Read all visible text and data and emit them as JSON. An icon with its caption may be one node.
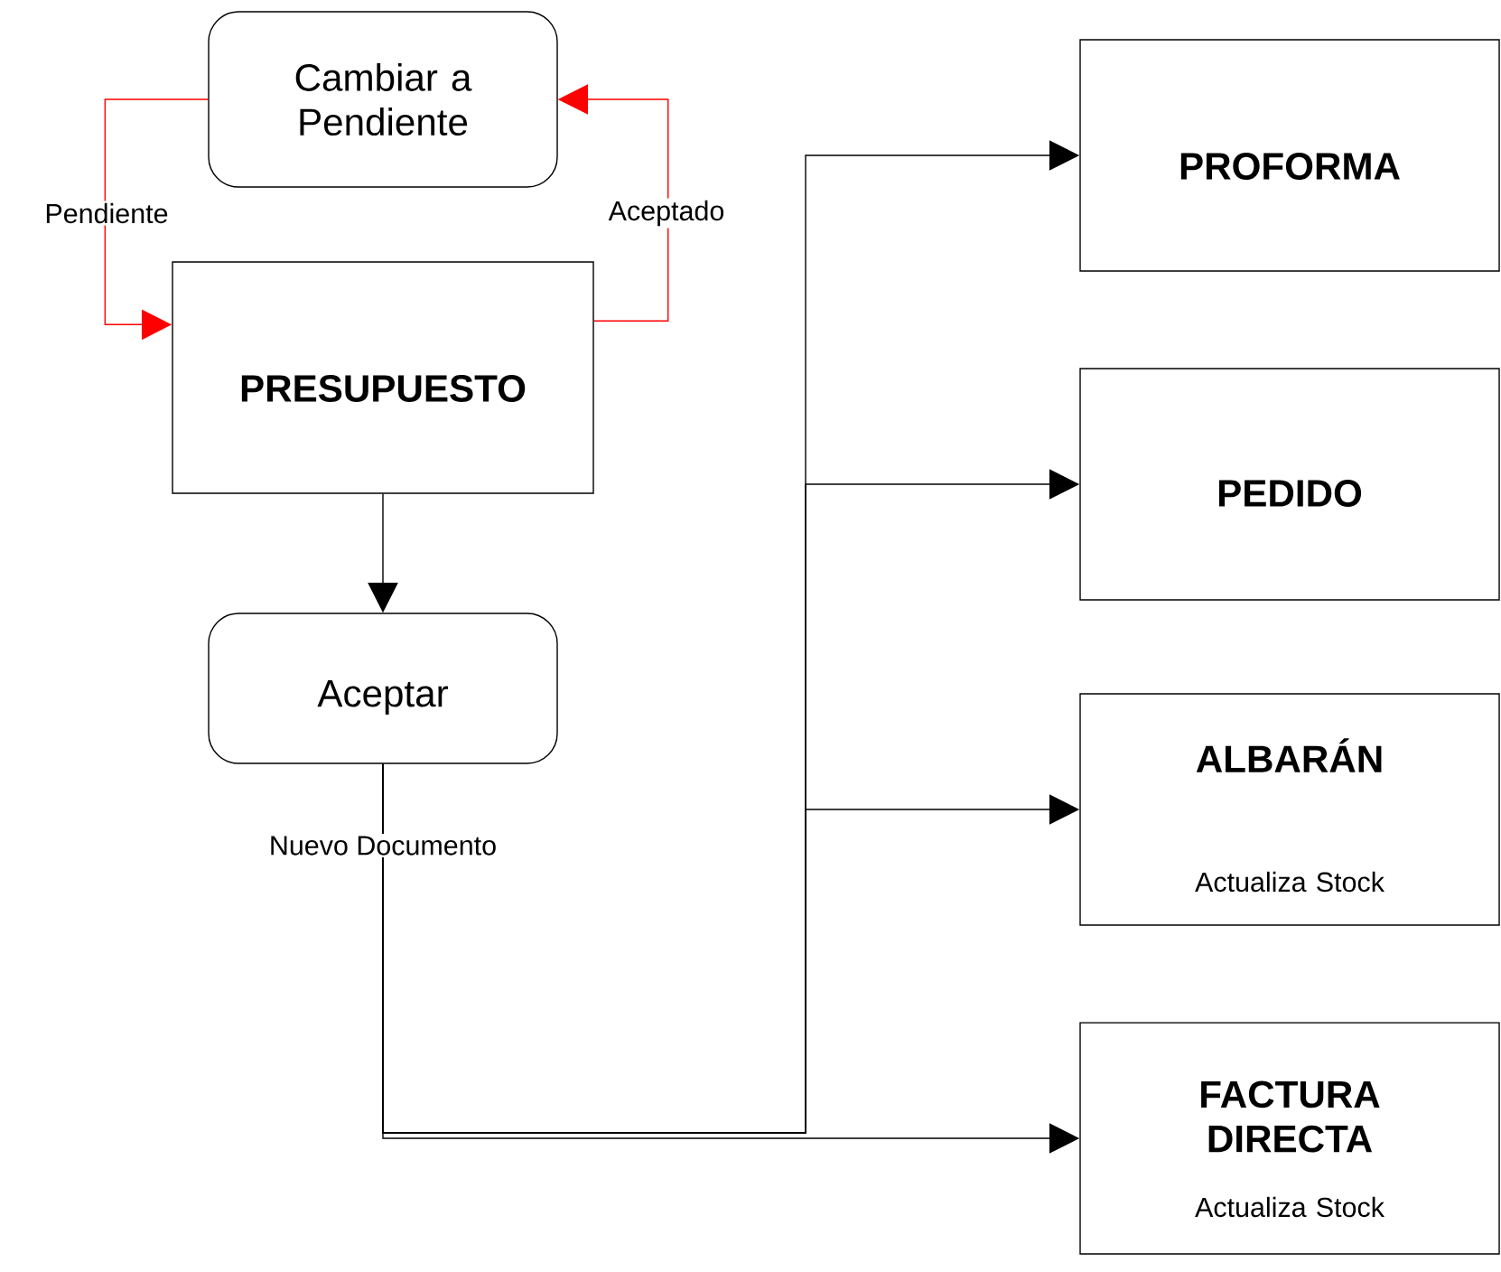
{
  "diagram": {
    "nodes": [
      {
        "text": [
          "Cambiar a Pendiente"
        ]
      },
      {
        "text": [
          "PRESUPUESTO"
        ]
      },
      {
        "text": [
          "Aceptar"
        ]
      },
      {
        "text": [
          "PROFORMA"
        ]
      },
      {
        "text": [
          "PEDIDO"
        ]
      },
      {
        "text": [
          "ALBARÁN",
          "Actualiza Stock"
        ]
      },
      {
        "text": [
          "FACTURA DIRECTA",
          "Actualiza Stock"
        ]
      }
    ],
    "edges": [
      {
        "from": 0,
        "to": 1,
        "arrow": "to",
        "label": "Pendiente",
        "color": "#ff0000"
      },
      {
        "from": 1,
        "to": 0,
        "arrow": "to",
        "label": "Aceptado",
        "color": "#ff0000"
      },
      {
        "from": 1,
        "to": 2,
        "arrow": "to"
      },
      {
        "from": 2,
        "to": 3,
        "arrow": "to"
      },
      {
        "from": 2,
        "to": 4,
        "arrow": "to"
      },
      {
        "from": 2,
        "to": 5,
        "arrow": "to"
      },
      {
        "from": 2,
        "to": 6,
        "arrow": "to",
        "label": "Nuevo Documento"
      }
    ]
  }
}
